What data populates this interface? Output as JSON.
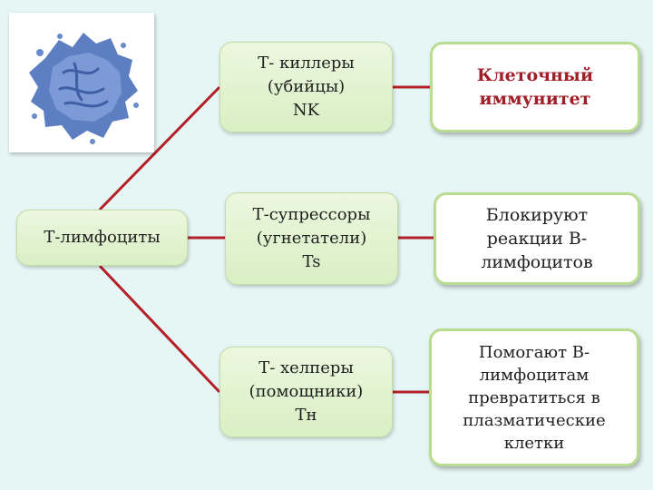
{
  "colors": {
    "background": "#e6f6f4",
    "connector": "#b3202a",
    "box_fill": "#dcefc8",
    "box_border": "#b8dd8e",
    "accent_text": "#a01e28",
    "cell": "#5d7fc2"
  },
  "image": {
    "icon": "lymphocyte-micrograph"
  },
  "root": {
    "label": "Т-лимфоциты"
  },
  "types": [
    {
      "label": "Т- киллеры\n(убийцы)\nNK"
    },
    {
      "label": "Т-супрессоры\n(угнетатели)\nTs"
    },
    {
      "label": "Т- хелперы\n(помощники)\nTн"
    }
  ],
  "functions": [
    {
      "label": "Клеточный\nиммунитет"
    },
    {
      "label": "Блокируют\nреакции В-\nлимфоцитов"
    },
    {
      "label": "Помогают В-\nлимфоцитам\nпревратиться в\nплазматические\nклетки"
    }
  ]
}
